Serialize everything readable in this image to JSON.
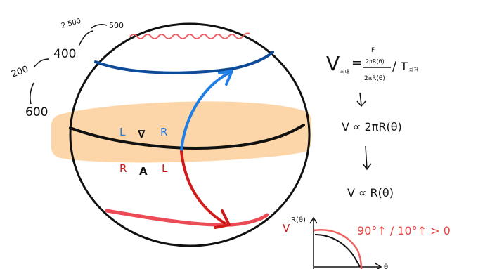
{
  "colors": {
    "ink": "#111111",
    "blue_dark": "#0e4a9a",
    "blue_light": "#1f7ee6",
    "red": "#d11a1a",
    "pink": "#f06262",
    "peach": "#fcd6a8"
  },
  "sphere_labels": {
    "top_row": {
      "left": "L",
      "middle": "∇",
      "right": "R"
    },
    "bottom_row": {
      "left": "R",
      "middle": "A",
      "right": "L"
    }
  },
  "scale_notes": {
    "n1": "200",
    "n2": "400",
    "n3": "600",
    "n4": "2,500",
    "n5": "500"
  },
  "equations": {
    "eq1_lhs": "V",
    "eq1_lhs_sub": "최대",
    "eq1_top": "F",
    "eq1_mid": "2πR(θ)",
    "eq1_bot": "2πR(θ)",
    "eq1_den": "T",
    "eq1_den_sub": "자전",
    "eq2": "V ∝ 2πR(θ)",
    "eq3": "V ∝ R(θ)"
  },
  "graph": {
    "y_label": "V",
    "y_label_sub": "R(θ)",
    "x_label": "θ"
  },
  "angle_note": "90°↑ / 10°↑ > 0"
}
